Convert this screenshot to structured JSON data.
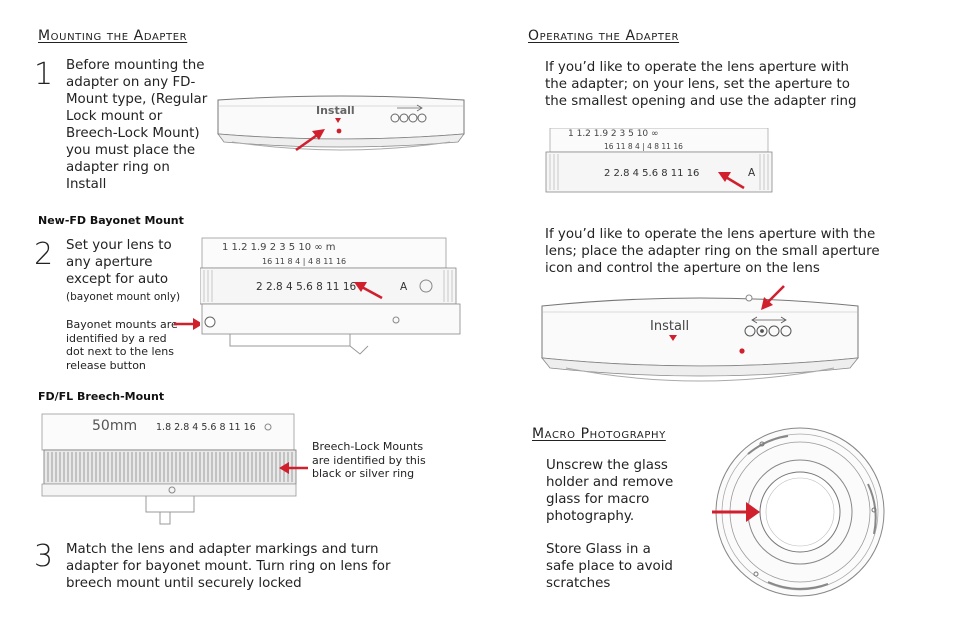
{
  "left": {
    "heading": "Mounting the Adapter",
    "step1": {
      "number": "1",
      "text": "Before mounting the adapter on any FD-Mount type, (Regular Lock mount or Breech-Lock Mount) you must place the adapter ring on Install",
      "lines": [
        "Before mounting the",
        "adapter on any FD-",
        "Mount type, (Regular",
        "Lock mount or",
        "Breech-Lock Mount)",
        "you must place the",
        "adapter ring on",
        "Install"
      ],
      "image": {
        "install_label": "Install",
        "icon_label": "OOOO"
      }
    },
    "subheading1": "New-FD Bayonet Mount",
    "step2": {
      "number": "2",
      "lines": [
        "Set your lens to",
        "any aperture",
        "except for auto"
      ],
      "note": "(bayonet mount only)",
      "callout_lines": [
        "Bayonet mounts are",
        "identified by a red",
        "dot next to the lens",
        "release button"
      ],
      "image": {
        "top_scale": "1   1.2   1.9   2   3   5   10  ∞  m",
        "mid_scale": "16 11 8 4  |  4  8 11 16",
        "aperture_scale": "2 2.8 4 5.6  8  11  16",
        "auto_label": "A"
      }
    },
    "subheading2": "FD/FL Breech-Mount",
    "breech": {
      "callout_lines": [
        "Breech-Lock Mounts",
        "are identified by this",
        "black or silver ring"
      ],
      "image": {
        "focal": "50mm",
        "aperture_scale": "1.8  2.8  4  5.6  8  11  16"
      }
    },
    "step3": {
      "number": "3",
      "lines": [
        "Match the lens and adapter markings and turn",
        "adapter for bayonet mount. Turn ring on lens for",
        "breech mount until securely locked"
      ]
    }
  },
  "right": {
    "heading_operating": "Operating the Adapter",
    "op1_lines": [
      "If you’d like to operate the lens aperture with",
      "the adapter; on your lens, set the aperture to",
      "the smallest opening and use the adapter ring"
    ],
    "op1_image": {
      "top_scale": "1   1.2   1.9   2   3   5   10  ∞",
      "mid_scale": "16 11 8 4  |  4  8 11 16",
      "aperture_scale": "2 2.8 4 5.6  8  11  16",
      "auto_label": "A"
    },
    "op2_lines": [
      "If you’d like to operate the lens aperture with the",
      "lens; place the adapter ring on the small aperture",
      "icon and control the aperture on the lens"
    ],
    "op2_image": {
      "install_label": "Install"
    },
    "heading_macro": "Macro Photography",
    "macro_lines": [
      "Unscrew the glass",
      "holder and remove",
      "glass for macro",
      "photography."
    ],
    "store_lines": [
      "Store Glass in a",
      "safe place to avoid",
      "scratches"
    ]
  },
  "colors": {
    "accent_red": "#d0202e",
    "text": "#222222"
  }
}
